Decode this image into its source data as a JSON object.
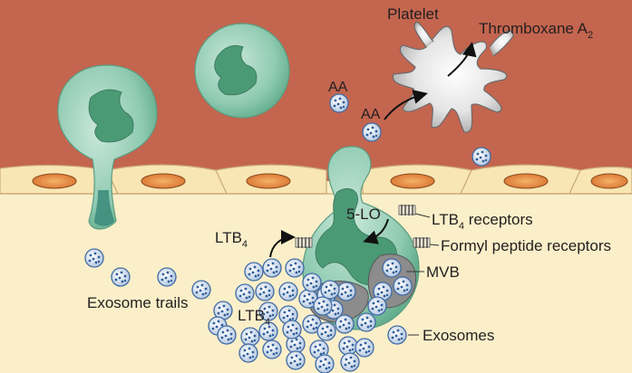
{
  "labels": {
    "platelet": "Platelet",
    "thromboxane": "Thromboxane A",
    "thromboxane_sub": "2",
    "aa_top": "AA",
    "aa_mid": "AA",
    "lo5": "5-LO",
    "ltb4_receptors_main": "LTB",
    "ltb4_receptors_sub": "4",
    "ltb4_receptors_rest": " receptors",
    "formyl": "Formyl peptide receptors",
    "mvb": "MVB",
    "ltb4_a_main": "LTB",
    "ltb4_a_sub": "4",
    "ltb4_b_main": "LTB",
    "ltb4_b_sub": "4",
    "exosome_trails": "Exosome trails",
    "exosomes": "Exosomes"
  },
  "colors": {
    "vessel": "#c4654f",
    "tissue": "#faefc9",
    "endothelium": "#f8e6b4",
    "nucleus_endo": "#e1893e",
    "cell_fill": "#8fcab1",
    "cell_nucleus": "#4b9a76",
    "platelet": "#e6e6e6",
    "exosome": "#dbe6f3",
    "exosome_dot": "#2e5e9a"
  }
}
